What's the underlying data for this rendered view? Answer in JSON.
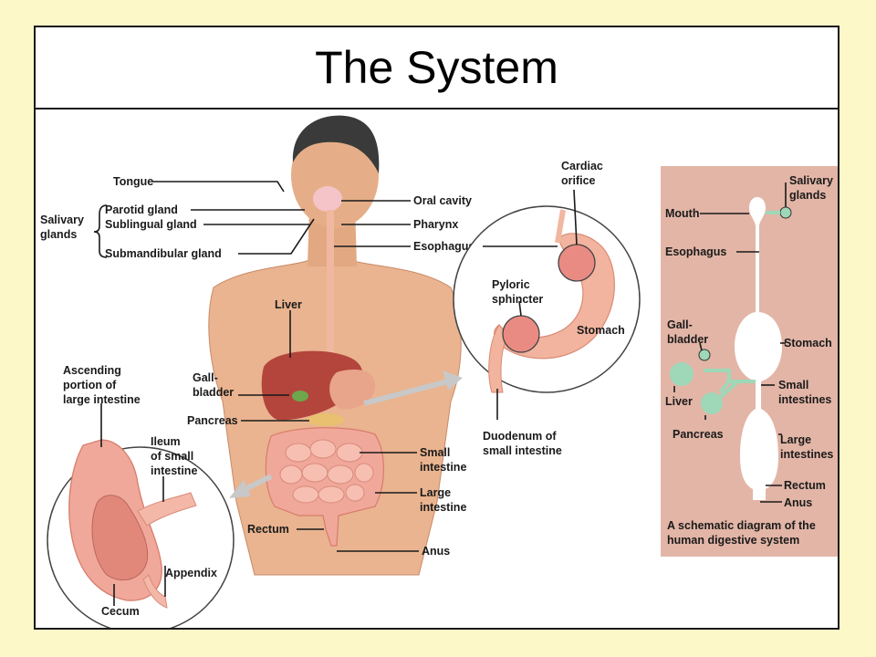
{
  "title": "The System",
  "body_labels": {
    "tongue": "Tongue",
    "salivary_glands": [
      "Salivary",
      "glands"
    ],
    "parotid": "Parotid gland",
    "sublingual": "Sublingual gland",
    "submandibular": "Submandibular gland",
    "oral_cavity": "Oral cavity",
    "pharynx": "Pharynx",
    "esophagus": "Esophagus",
    "liver": "Liver",
    "gallbladder": [
      "Gall-",
      "bladder"
    ],
    "pancreas": "Pancreas",
    "small_intestine": [
      "Small",
      "intestine"
    ],
    "large_intestine": [
      "Large",
      "intestine"
    ],
    "rectum": "Rectum",
    "anus": "Anus"
  },
  "stomach_inset": {
    "cardiac_orifice": [
      "Cardiac",
      "orifice"
    ],
    "pyloric_sphincter": [
      "Pyloric",
      "sphincter"
    ],
    "stomach": "Stomach",
    "duodenum": [
      "Duodenum of",
      "small intestine"
    ]
  },
  "cecum_inset": {
    "ascending": [
      "Ascending",
      "portion of",
      "large intestine"
    ],
    "ileum": [
      "Ileum",
      "of small",
      "intestine"
    ],
    "appendix": "Appendix",
    "cecum": "Cecum"
  },
  "schematic": {
    "salivary": [
      "Salivary",
      "glands"
    ],
    "mouth": "Mouth",
    "esophagus": "Esophagus",
    "gallbladder": [
      "Gall-",
      "bladder"
    ],
    "stomach": "Stomach",
    "liver": "Liver",
    "small": [
      "Small",
      "intestines"
    ],
    "pancreas": "Pancreas",
    "large": [
      "Large",
      "intestines"
    ],
    "rectum": "Rectum",
    "anus": "Anus",
    "caption": [
      "A schematic diagram of the",
      "human digestive system"
    ]
  },
  "colors": {
    "page_background": "#fdf8c8",
    "skin": "#e9b48f",
    "schematic_panel": "#e2b5a6",
    "schematic_gland": "#9ed8b8",
    "liver": "#b3453c",
    "intestine": "#f0a89a"
  }
}
